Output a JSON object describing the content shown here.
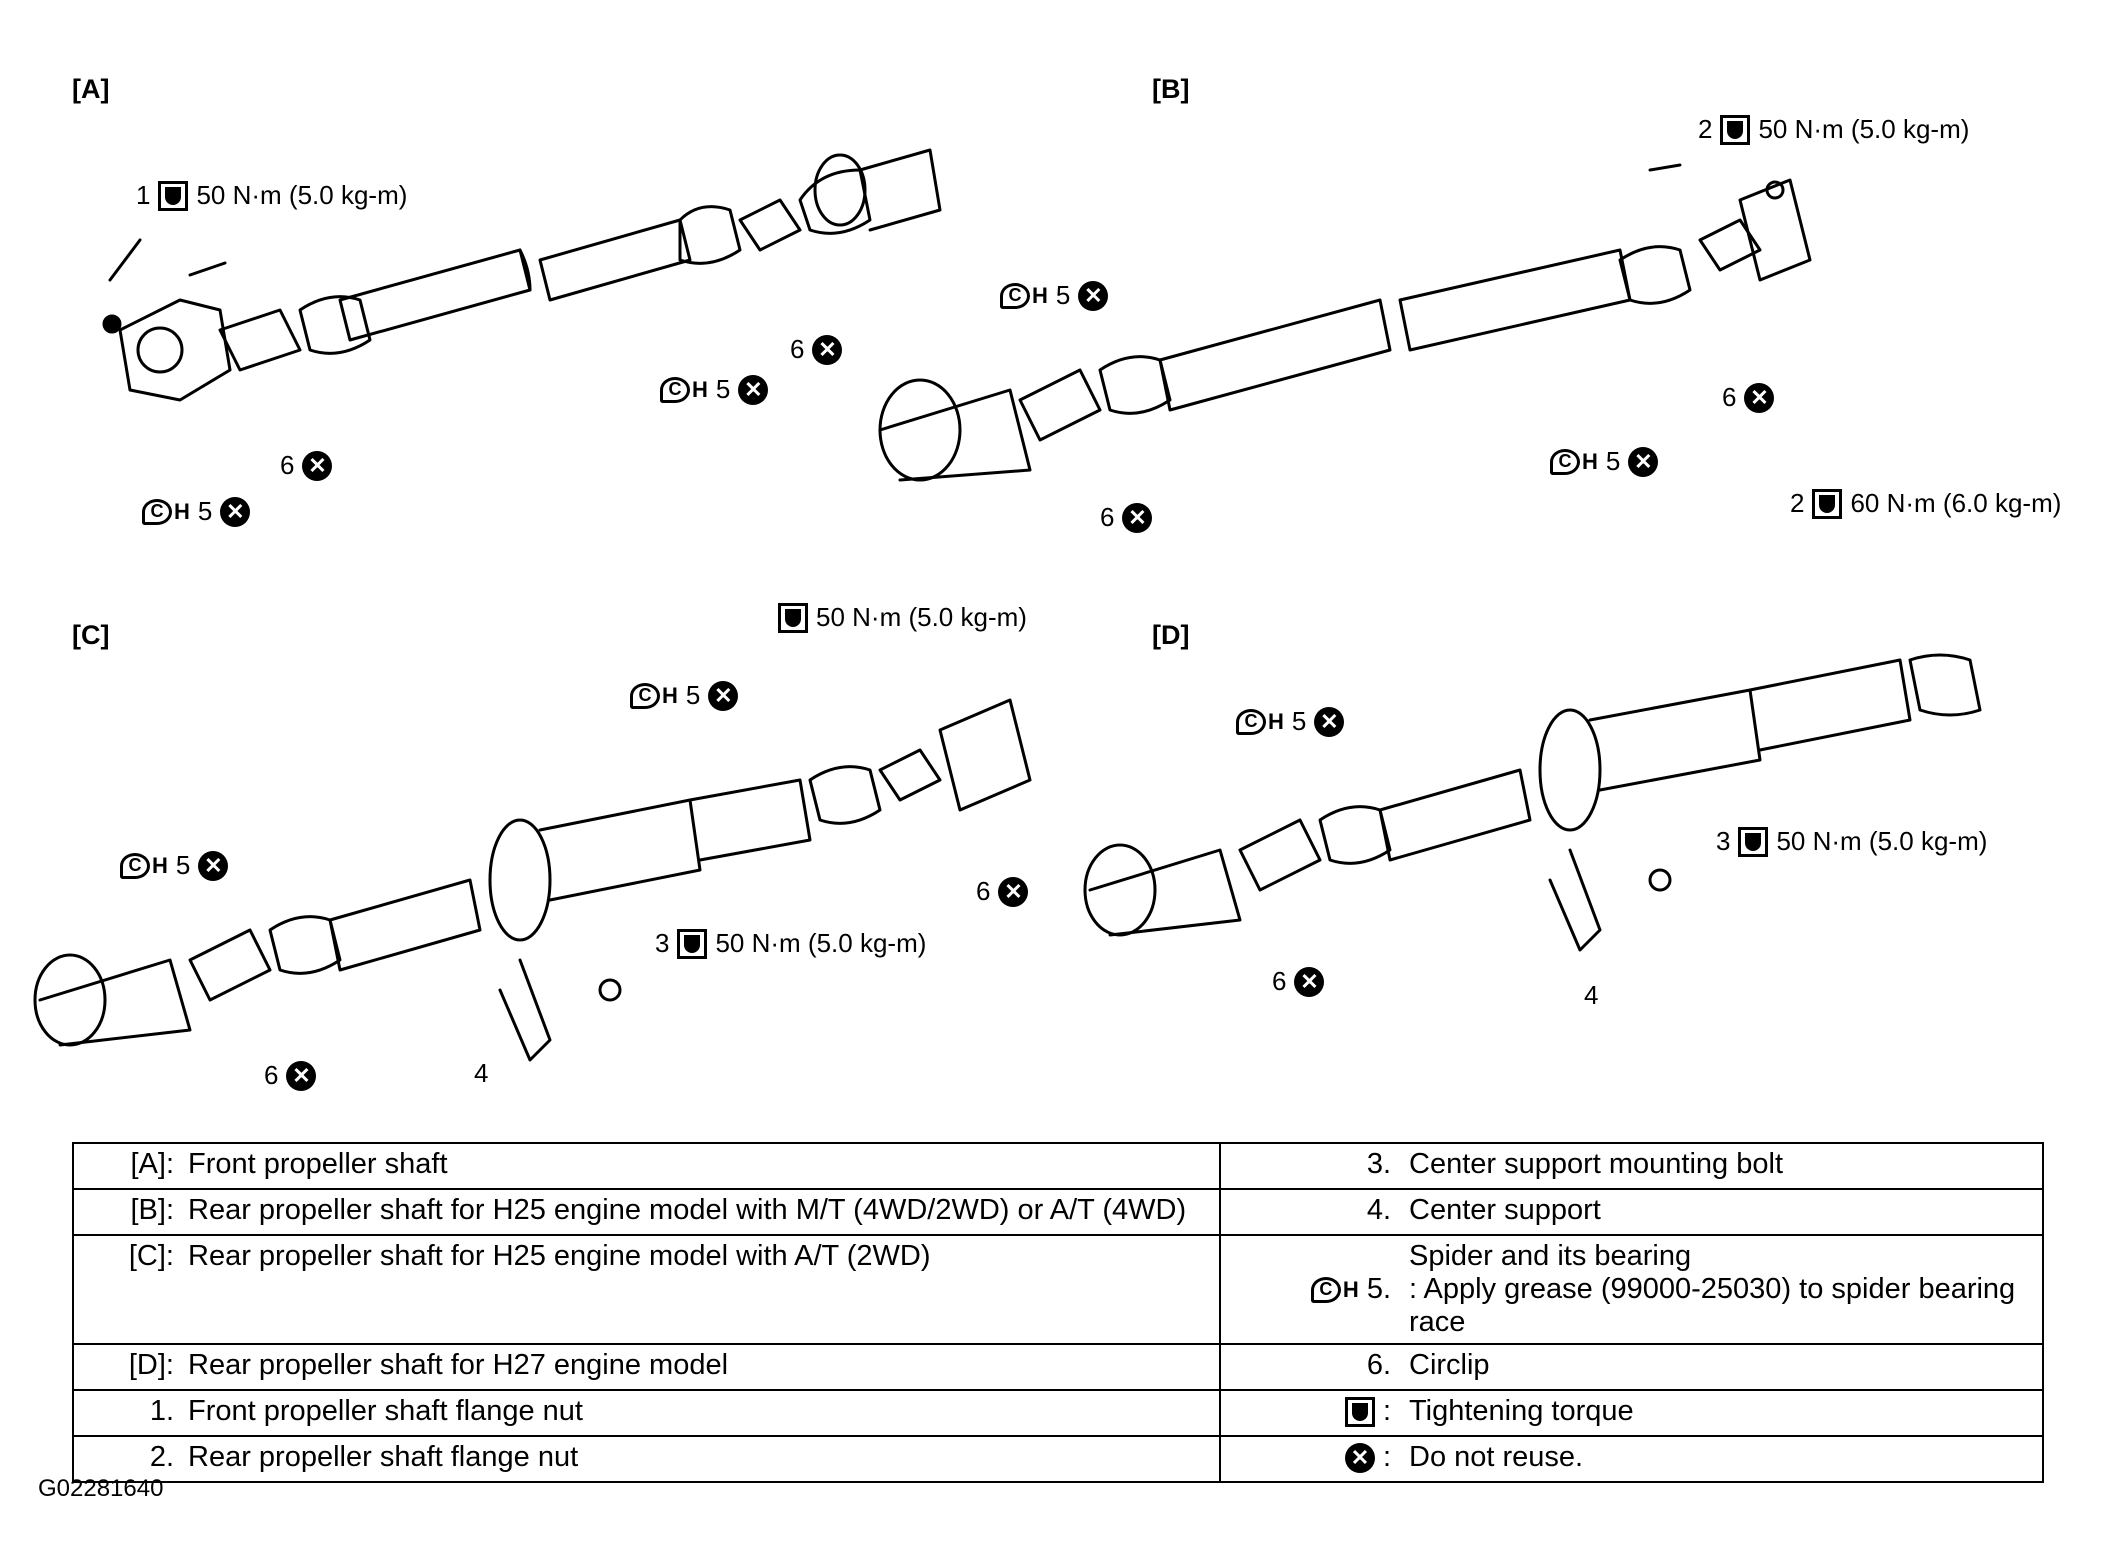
{
  "panels": {
    "a": {
      "label": "[A]"
    },
    "b": {
      "label": "[B]"
    },
    "c": {
      "label": "[C]"
    },
    "d": {
      "label": "[D]"
    }
  },
  "callouts": {
    "a_nut": {
      "num": "1",
      "torque": "50 N·m (5.0 kg-m)"
    },
    "a_spider_right": "5",
    "a_circlip_right": "6",
    "a_spider_left": "5",
    "a_circlip_left": "6",
    "b_nut": {
      "num": "2",
      "torque": "50 N·m (5.0 kg-m)"
    },
    "b_spider_left": "5",
    "b_circlip_right": "6",
    "b_spider_right": "5",
    "b_circlip_left": "6",
    "d_nut": {
      "num": "2",
      "torque": "60 N·m (6.0 kg-m)"
    },
    "c_nut": {
      "torque": "50 N·m (5.0 kg-m)"
    },
    "c_spider_right": "5",
    "c_circlip_right": "6",
    "c_spider_left": "5",
    "c_bolt": {
      "num": "3",
      "torque": "50 N·m (5.0 kg-m)"
    },
    "c_circlip_left": "6",
    "c_support": "4",
    "d_spider": "5",
    "d_bolt": {
      "num": "3",
      "torque": "50 N·m (5.0 kg-m)"
    },
    "d_circlip": "6",
    "d_support": "4"
  },
  "legend": {
    "left": [
      {
        "key": "[A]:",
        "text": "Front propeller shaft"
      },
      {
        "key": "[B]:",
        "text": "Rear propeller shaft for H25 engine model with M/T (4WD/2WD) or A/T (4WD)"
      },
      {
        "key": "[C]:",
        "text": "Rear propeller shaft for H25 engine model with A/T (2WD)"
      },
      {
        "key": "[D]:",
        "text": "Rear propeller shaft for H27 engine model"
      },
      {
        "key": "1.",
        "text": "Front propeller shaft flange nut"
      },
      {
        "key": "2.",
        "text": "Rear propeller shaft flange nut"
      }
    ],
    "right": [
      {
        "key": "3.",
        "text": "Center support mounting bolt"
      },
      {
        "key": "4.",
        "text": "Center support"
      },
      {
        "key": "5.",
        "text": "Spider and its bearing",
        "note": ": Apply grease (99000-25030) to spider bearing race"
      },
      {
        "key": "6.",
        "text": "Circlip"
      },
      {
        "key": ":",
        "text": "Tightening torque"
      },
      {
        "key": ":",
        "text": "Do not reuse."
      }
    ]
  },
  "footer": {
    "code": "G02281640"
  }
}
